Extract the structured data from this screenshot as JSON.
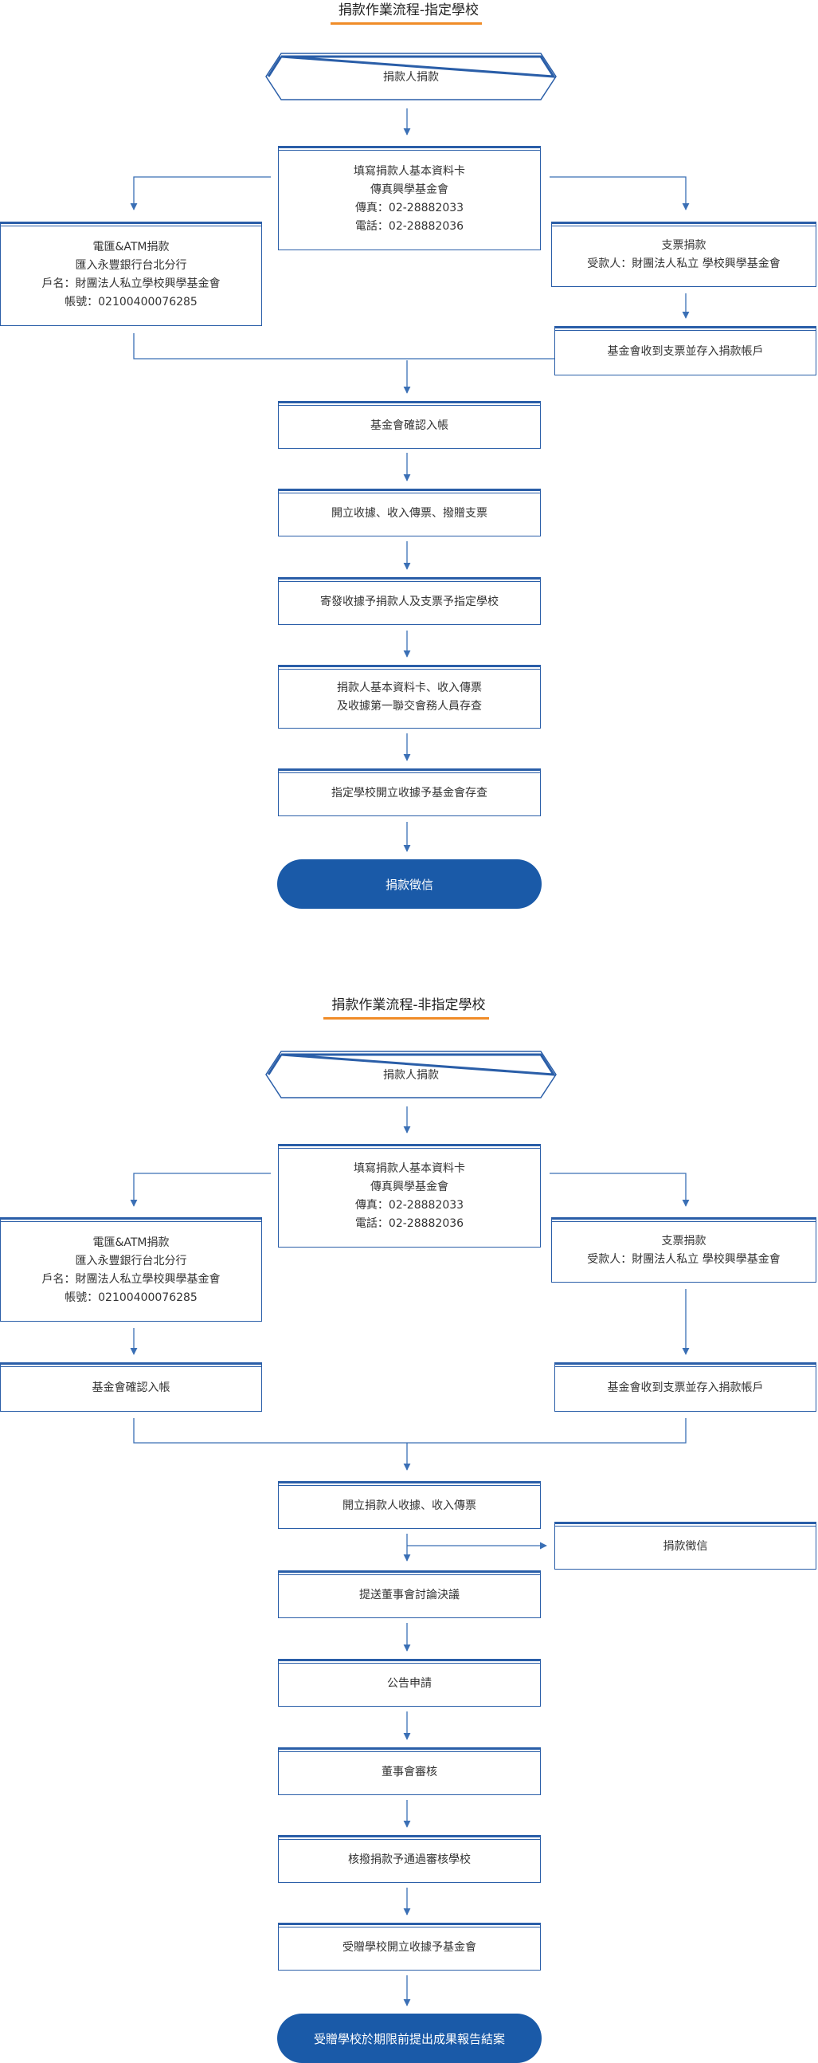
{
  "colors": {
    "primary": "#1a5aa8",
    "border": "#2a5ea8",
    "line": "#3a6fb5",
    "accent": "#f08c28",
    "text": "#333333"
  },
  "flow1": {
    "title": "捐款作業流程-指定學校",
    "start": "捐款人捐款",
    "form": [
      "填寫捐款人基本資料卡",
      "傳真興學基金會",
      "傳真：02-28882033",
      "電話：02-28882036"
    ],
    "atm": [
      "電匯&ATM捐款",
      "匯入永豐銀行台北分行",
      "戶名：財團法人私立學校興學基金會",
      "帳號：02100400076285"
    ],
    "check": [
      "支票捐款",
      "受款人：財團法人私立  學校興學基金會"
    ],
    "check_deposit": "基金會收到支票並存入捐款帳戶",
    "confirm": "基金會確認入帳",
    "issue": "開立收據、收入傳票、撥贈支票",
    "send": "寄發收據予捐款人及支票予指定學校",
    "archive": [
      "捐款人基本資料卡、收入傳票",
      "及收據第一聯交會務人員存查"
    ],
    "school_receipt": "指定學校開立收據予基金會存查",
    "end": "捐款徵信"
  },
  "flow2": {
    "title": "捐款作業流程-非指定學校",
    "start": "捐款人捐款",
    "form": [
      "填寫捐款人基本資料卡",
      "傳真興學基金會",
      "傳真：02-28882033",
      "電話：02-28882036"
    ],
    "atm": [
      "電匯&ATM捐款",
      "匯入永豐銀行台北分行",
      "戶名：財團法人私立學校興學基金會",
      "帳號：02100400076285"
    ],
    "check": [
      "支票捐款",
      "受款人：財團法人私立  學校興學基金會"
    ],
    "atm_confirm": "基金會確認入帳",
    "check_deposit": "基金會收到支票並存入捐款帳戶",
    "issue": "開立捐款人收據、收入傳票",
    "credit": "捐款徵信",
    "board": "提送董事會討論決議",
    "announce": "公告申請",
    "review": "董事會審核",
    "allocate": "核撥捐款予通過審核學校",
    "receipt": "受贈學校開立收據予基金會",
    "end": "受贈學校於期限前提出成果報告結案"
  }
}
